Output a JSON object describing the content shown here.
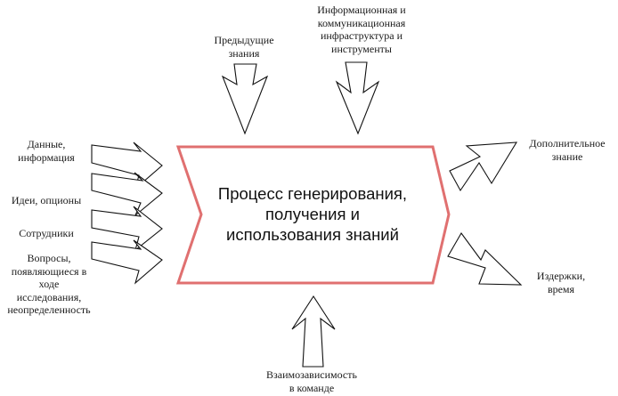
{
  "colors": {
    "process_border": "#e07070",
    "arrow_stroke": "#111111"
  },
  "process": {
    "text": "Процесс генерирования,\nполучения и\nиспользования знаний"
  },
  "inputs_left": [
    {
      "text": "Данные,\nинформация"
    },
    {
      "text": "Идеи, опционы"
    },
    {
      "text": "Сотрудники"
    },
    {
      "text": "Вопросы,\nпоявляющиеся в\nходе\nисследования,\nнеопределенность"
    }
  ],
  "inputs_top": [
    {
      "text": "Предыдущие\nзнания"
    },
    {
      "text": "Информационная и\nкоммуникационная\nинфраструктура и\nинструменты"
    }
  ],
  "input_bottom": {
    "text": "Взаимозависимость\nв команде"
  },
  "outputs_right": [
    {
      "text": "Дополнительное\nзнание"
    },
    {
      "text": "Издержки,\nвремя"
    }
  ]
}
